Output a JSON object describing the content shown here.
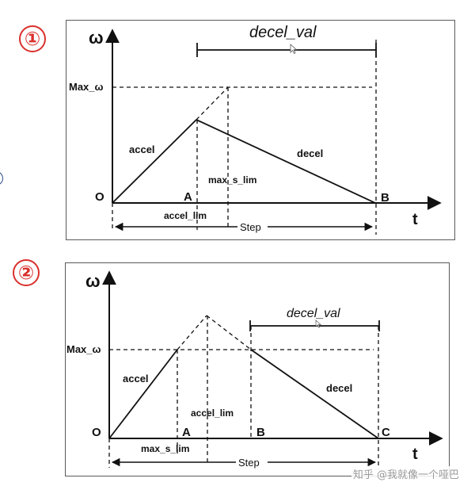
{
  "panel1": {
    "number": "①",
    "labels": {
      "omega": "ω",
      "max_omega": "Max_ω",
      "origin": "O",
      "a": "A",
      "b": "B",
      "t": "t",
      "accel": "accel",
      "decel": "decel",
      "max_s_lim": "max_s_lim",
      "accel_lim": "accel_lim",
      "step": "Step",
      "decel_val": "decel_val"
    }
  },
  "panel2": {
    "number": "②",
    "labels": {
      "omega": "ω",
      "max_omega": "Max_ω",
      "origin": "O",
      "a": "A",
      "b": "B",
      "c": "C",
      "t": "t",
      "accel": "accel",
      "decel": "decel",
      "accel_lim": "accel_lim",
      "max_s_lim": "max_s_lim",
      "step": "Step",
      "decel_val": "decel_val"
    }
  },
  "watermark": "知乎 @我就像一个哑巴",
  "colors": {
    "accent": "#d9302c",
    "line": "#111111",
    "frame": "#5a5a5a"
  }
}
